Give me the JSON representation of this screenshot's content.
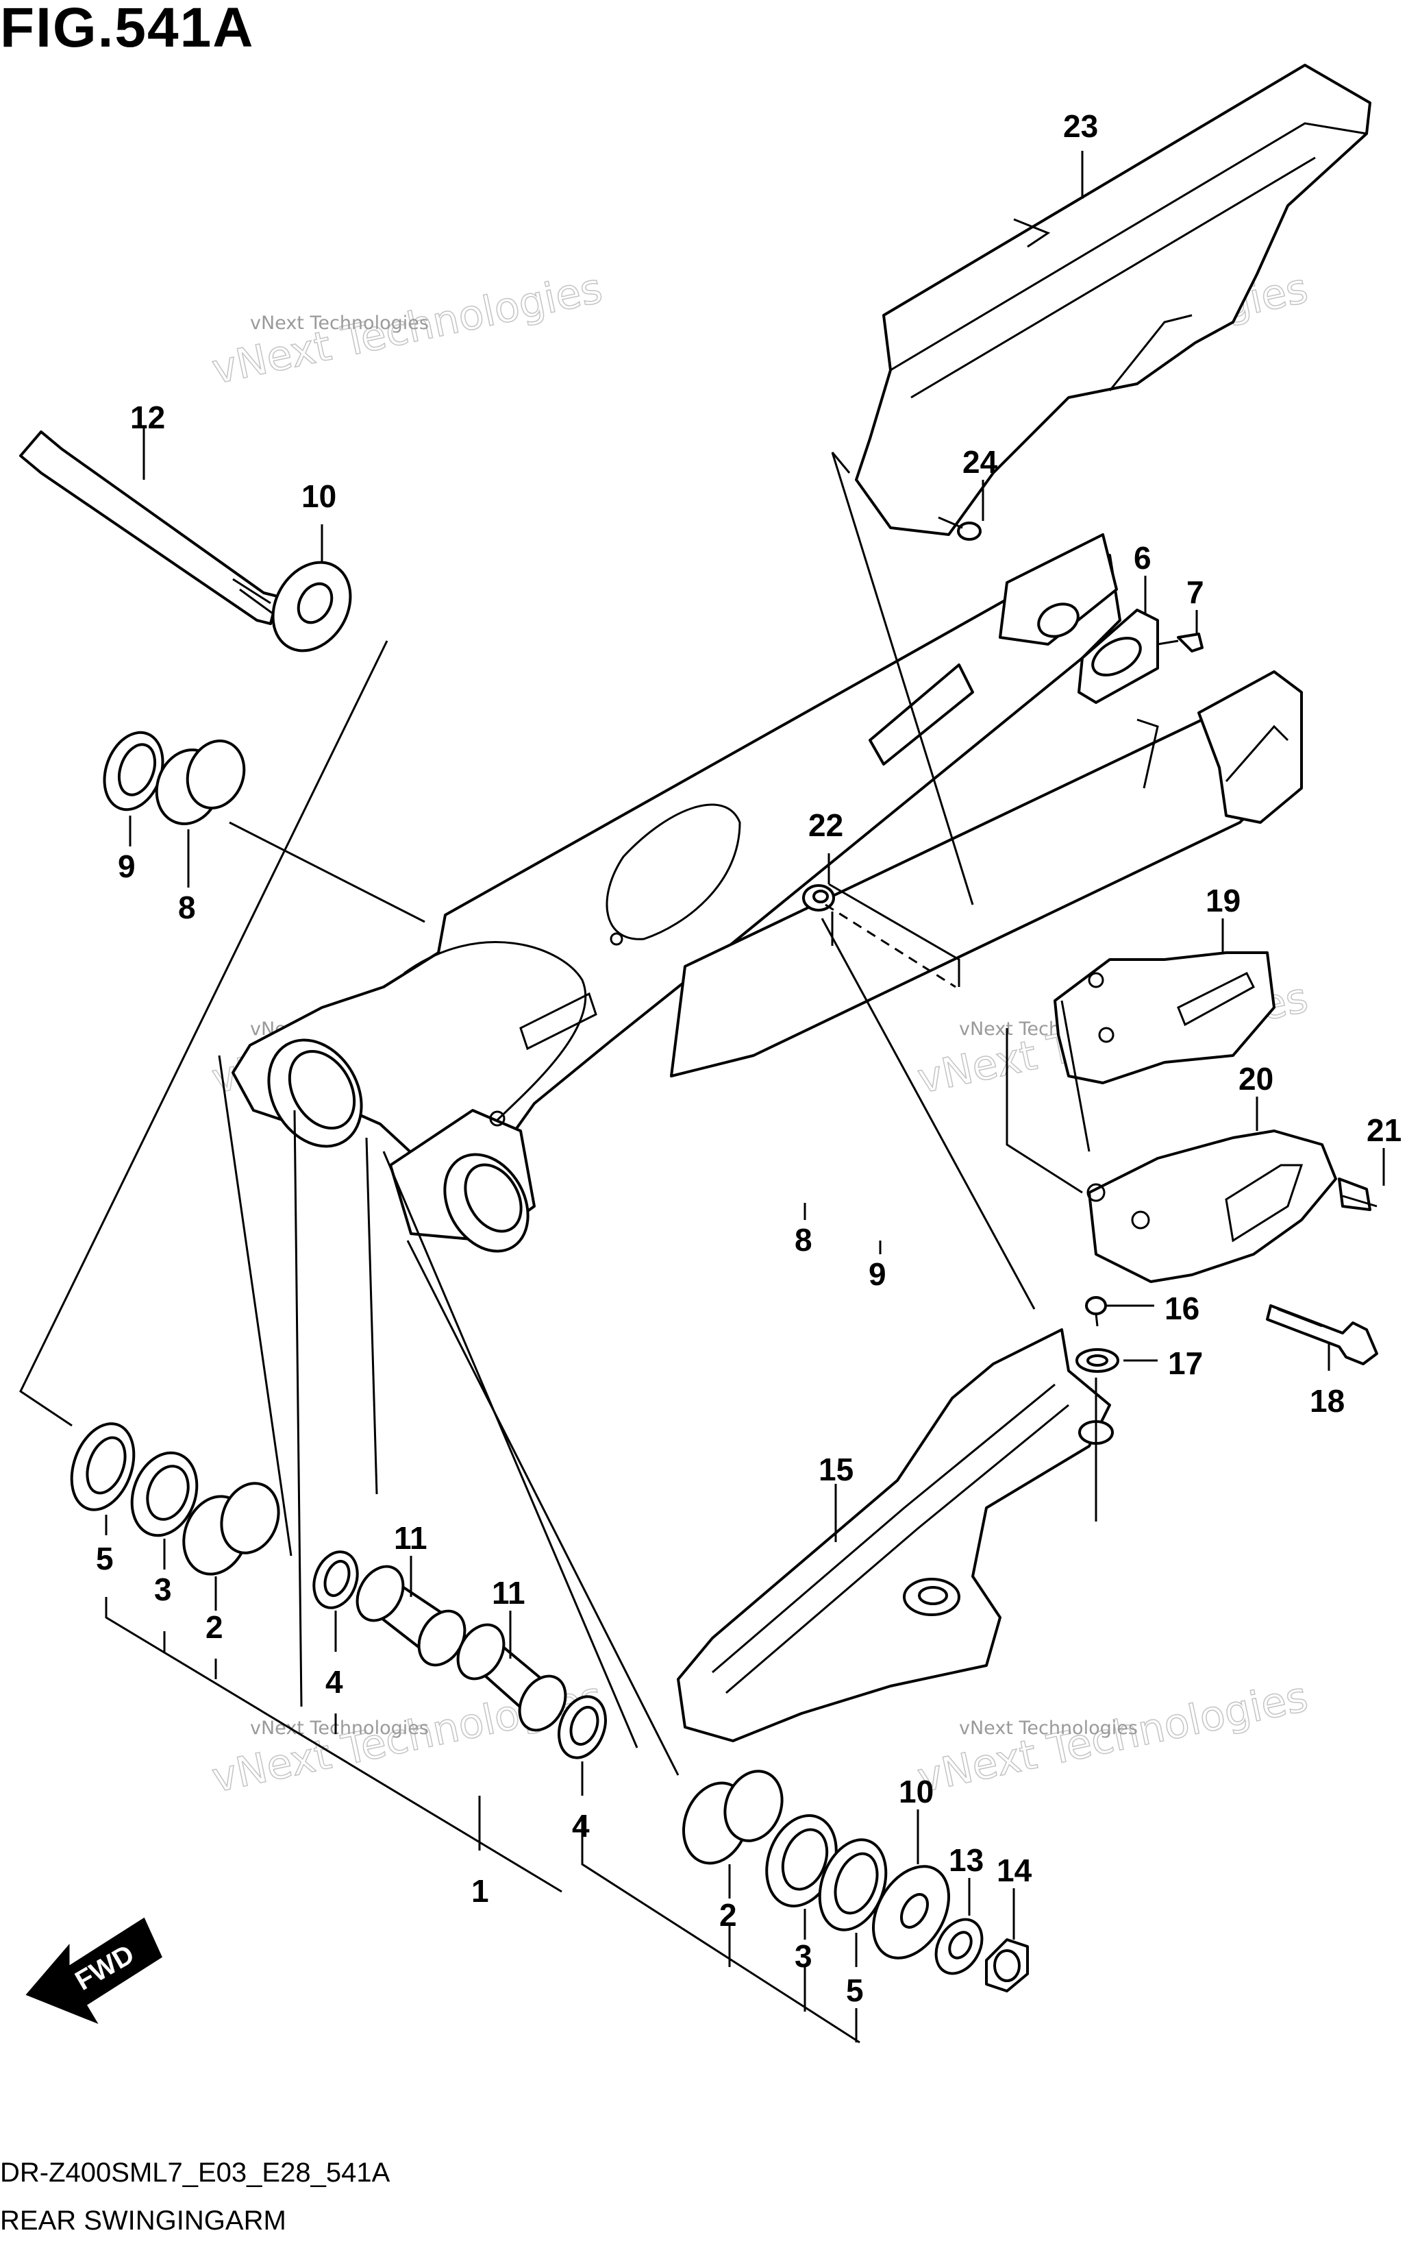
{
  "figure": {
    "title": "FIG.541A",
    "model_code": "DR-Z400SML7_E03_E28_541A",
    "section_name": "REAR SWINGINGARM"
  },
  "watermark": {
    "small_text": "vNext Technologies",
    "large_text": "vNext Technologies"
  },
  "fwd_arrow": {
    "label": "FWD"
  },
  "callouts": [
    {
      "id": "c1",
      "label": "1"
    },
    {
      "id": "c2a",
      "label": "2"
    },
    {
      "id": "c2b",
      "label": "2"
    },
    {
      "id": "c3a",
      "label": "3"
    },
    {
      "id": "c3b",
      "label": "3"
    },
    {
      "id": "c4a",
      "label": "4"
    },
    {
      "id": "c4b",
      "label": "4"
    },
    {
      "id": "c5a",
      "label": "5"
    },
    {
      "id": "c5b",
      "label": "5"
    },
    {
      "id": "c6",
      "label": "6"
    },
    {
      "id": "c7",
      "label": "7"
    },
    {
      "id": "c8a",
      "label": "8"
    },
    {
      "id": "c8b",
      "label": "8"
    },
    {
      "id": "c9a",
      "label": "9"
    },
    {
      "id": "c9b",
      "label": "9"
    },
    {
      "id": "c10a",
      "label": "10"
    },
    {
      "id": "c10b",
      "label": "10"
    },
    {
      "id": "c11a",
      "label": "11"
    },
    {
      "id": "c11b",
      "label": "11"
    },
    {
      "id": "c12",
      "label": "12"
    },
    {
      "id": "c13",
      "label": "13"
    },
    {
      "id": "c14",
      "label": "14"
    },
    {
      "id": "c15",
      "label": "15"
    },
    {
      "id": "c16",
      "label": "16"
    },
    {
      "id": "c17",
      "label": "17"
    },
    {
      "id": "c18",
      "label": "18"
    },
    {
      "id": "c19",
      "label": "19"
    },
    {
      "id": "c20",
      "label": "20"
    },
    {
      "id": "c21",
      "label": "21"
    },
    {
      "id": "c22",
      "label": "22"
    },
    {
      "id": "c23",
      "label": "23"
    },
    {
      "id": "c24",
      "label": "24"
    }
  ]
}
